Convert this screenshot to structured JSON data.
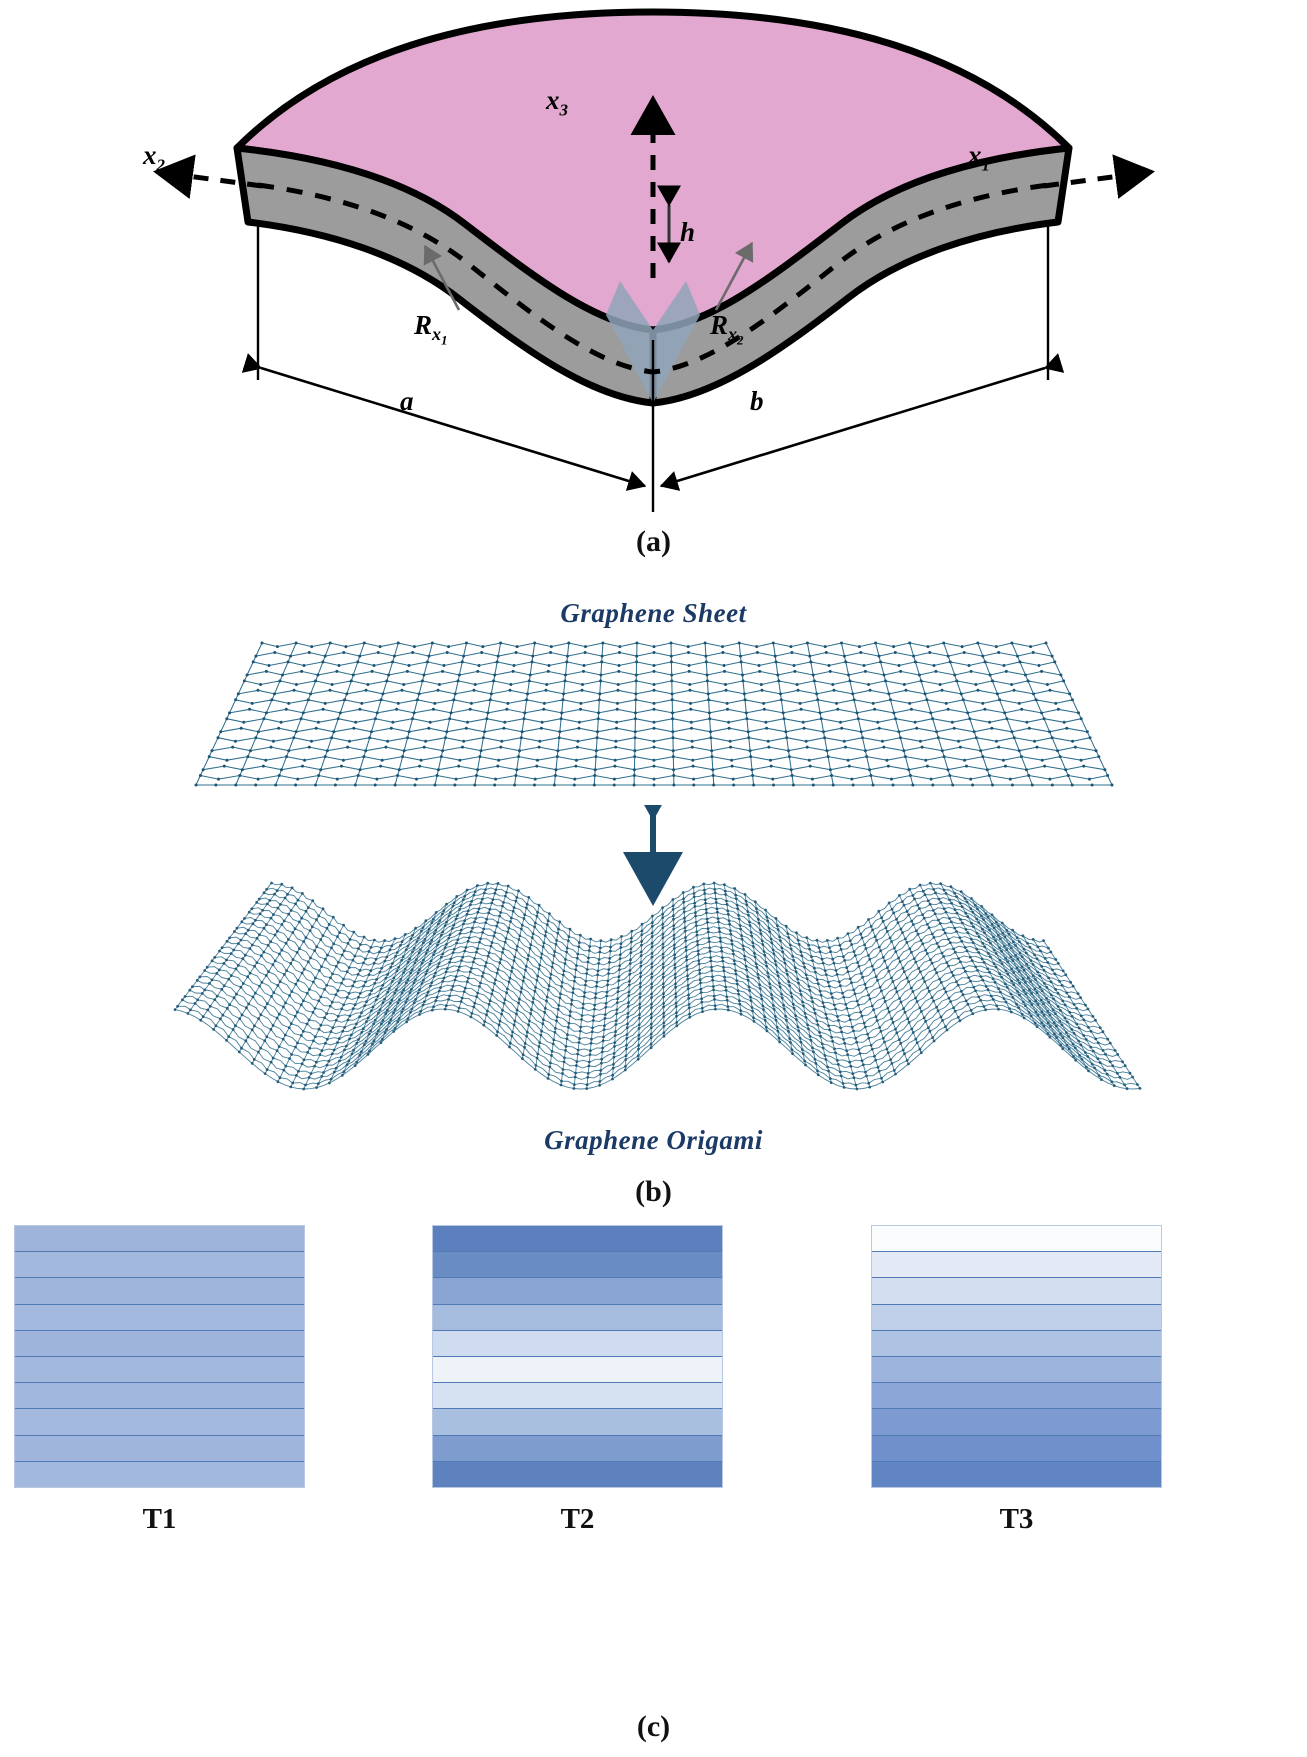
{
  "figure": {
    "panels": [
      {
        "id": "a",
        "caption": "(a)"
      },
      {
        "id": "b",
        "caption": "(b)"
      },
      {
        "id": "c",
        "caption": "(c)"
      }
    ]
  },
  "panel_a": {
    "caption": "(a)",
    "labels": {
      "axis_x1": "x",
      "axis_x1_sub": "1",
      "axis_x2": "x",
      "axis_x2_sub": "2",
      "axis_x3": "x",
      "axis_x3_sub": "3",
      "thickness": "h",
      "radius_1": "R",
      "radius_1_sub": "x",
      "radius_1_subsub": "1",
      "radius_2": "R",
      "radius_2_sub": "x",
      "radius_2_subsub": "2",
      "dim_a": "a",
      "dim_b": "b"
    },
    "colors": {
      "top_surface": "#e2a8cf",
      "core_layer": "#9c9c9c",
      "shadow_layer": "#8fa5b8",
      "outline": "#000000",
      "leader_line": "#6b6b6b"
    }
  },
  "panel_b": {
    "caption": "(b)",
    "title_top": "Graphene Sheet",
    "title_bottom": "Graphene Origami",
    "arrow": "double-headed-vertical-arrow",
    "colors": {
      "title_text": "#1b3a66",
      "lattice": "#2e6f8e",
      "lattice_node": "#1d5472",
      "arrow": "#1b4a6b"
    }
  },
  "panel_c": {
    "caption": "(c)",
    "blocks": [
      {
        "label": "T1",
        "description": "uniform-temperature-distribution",
        "bands": [
          "#9fb4da",
          "#a3b8dd",
          "#a0b5db",
          "#a4b9de",
          "#9fb4da",
          "#a3b8dd",
          "#a1b6dc",
          "#a4b9de",
          "#a0b5db",
          "#a3b8dd"
        ]
      },
      {
        "label": "T2",
        "description": "symmetric-temperature-distribution",
        "bands": [
          "#5b80bd",
          "#6a8cc5",
          "#8aa5d2",
          "#a6bcdf",
          "#cfdcef",
          "#eef3fa",
          "#d6e1f2",
          "#a9bfe0",
          "#7e9ccd",
          "#5e82be"
        ]
      },
      {
        "label": "T3",
        "description": "graded-temperature-distribution",
        "bands": [
          "#fbfcfe",
          "#e3eaf6",
          "#d2ddef",
          "#bfcfe9",
          "#aec2e3",
          "#9db4dd",
          "#8ca7d7",
          "#7d9bd1",
          "#6f90cb",
          "#6185c3"
        ]
      }
    ],
    "colors": {
      "band_divider": "#4f7ab5",
      "block_border": "#b9c8e2"
    }
  }
}
